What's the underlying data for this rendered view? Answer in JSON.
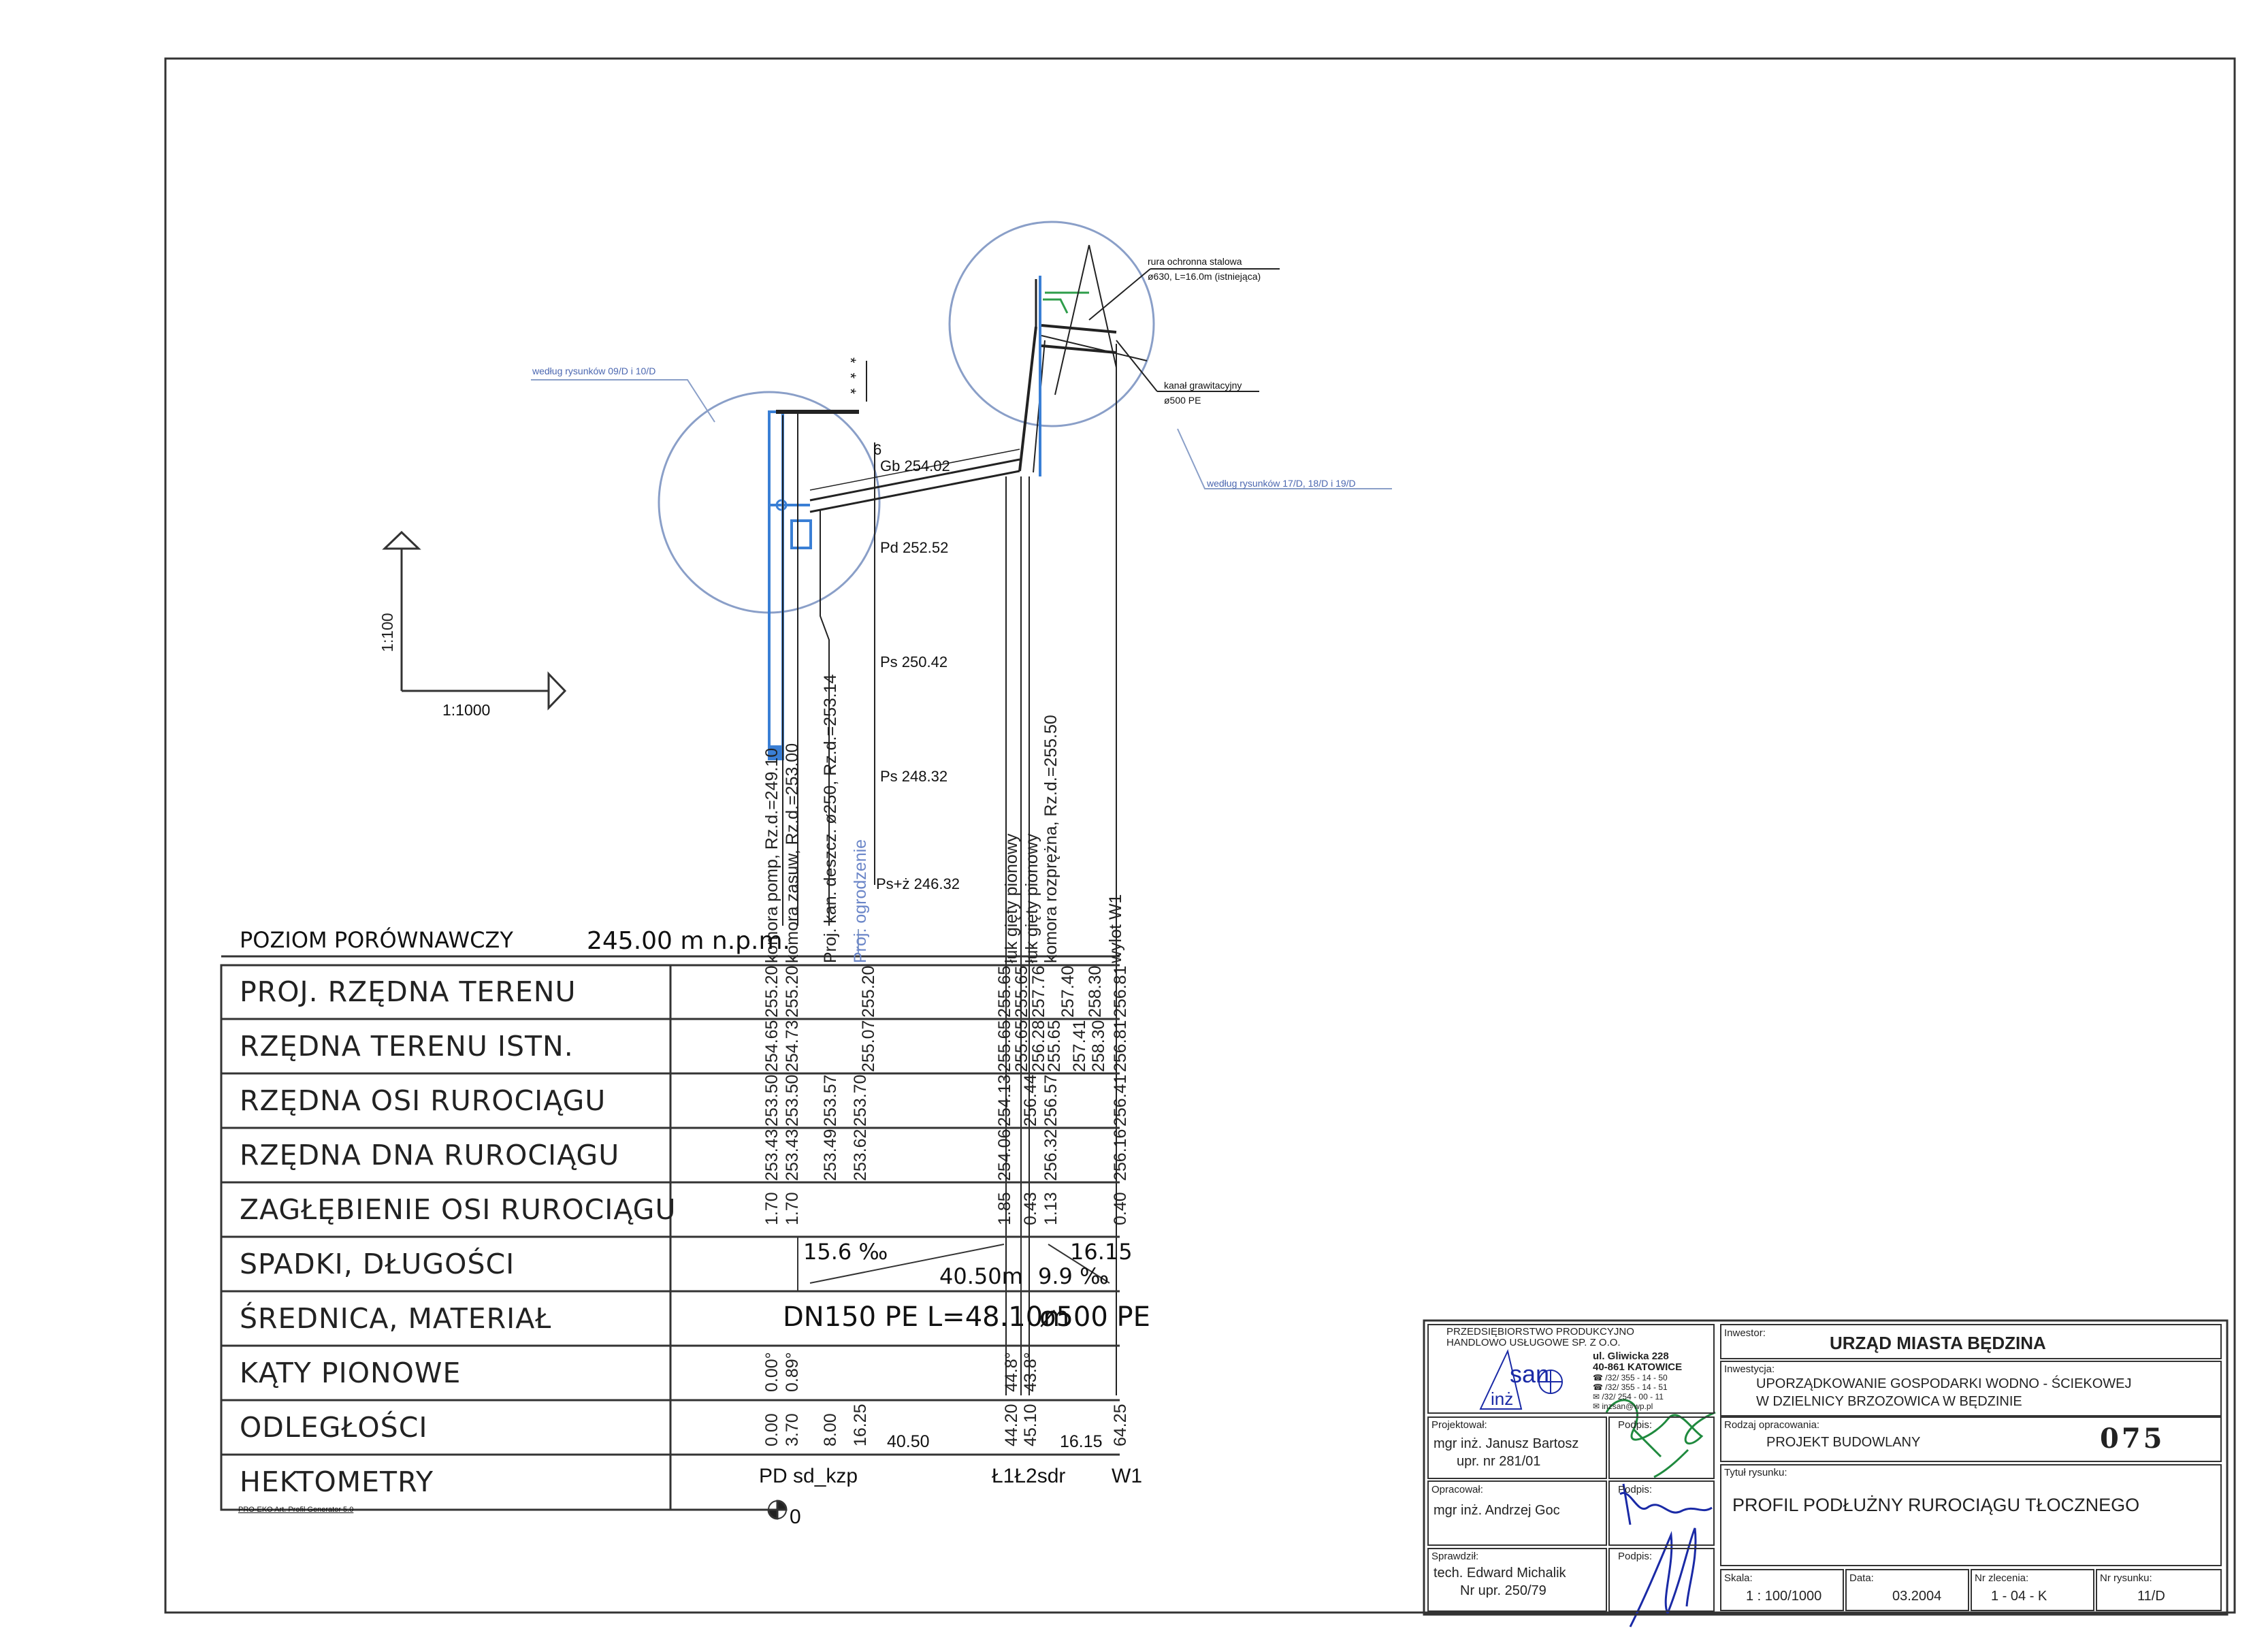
{
  "scale_marker": {
    "vertical": "1:100",
    "horizontal": "1:1000"
  },
  "callouts": {
    "left_detail": "według rysunków 09/D i 10/D",
    "right_detail": "według rysunków 17/D, 18/D i 19/D",
    "pipe_casing_1": "rura ochronna stalowa",
    "pipe_casing_2": "ø630, L=16.0m (istniejąca)",
    "gravity_channel_1": "kanał grawitacyjny",
    "gravity_channel_2": "ø500 PE"
  },
  "soil": {
    "num": "6",
    "gb": "Gb 254.02",
    "pd": "Pd 252.52",
    "ps1": "Ps 250.42",
    "ps2": "Ps 248.32",
    "psz": "Ps+ż 246.32",
    "stars": "* * *"
  },
  "vertical_labels": [
    "komora pomp, Rz.d.=249.10",
    "komora zasuw, Rz.d.=253.00",
    "Proj. kan. deszcz. ø250, Rz.d.=253.14",
    "Proj. ogrodzenie",
    "łuk gięty pionowy",
    "łuk gięty pionowy",
    "komora rozprężna, Rz.d.=255.50",
    "wylot W1"
  ],
  "datum": {
    "label": "POZIOM PORÓWNAWCZY",
    "value": "245.00 m n.p.m."
  },
  "rows": [
    "PROJ. RZĘDNA TERENU",
    "RZĘDNA TERENU ISTN.",
    "RZĘDNA OSI RUROCIĄGU",
    "RZĘDNA DNA RUROCIĄGU",
    "ZAGŁĘBIENIE OSI RUROCIĄGU",
    "SPADKI, DŁUGOŚCI",
    "ŚREDNICA, MATERIAŁ",
    "KĄTY PIONOWE",
    "ODLEGŁOŚCI",
    "HEKTOMETRY"
  ],
  "table_values": {
    "proj_teren": [
      "255.20",
      "255.20",
      "255.20",
      "255.65",
      "255.65",
      "257.76",
      "257.40",
      "258.30",
      "256.81"
    ],
    "teren_istn": [
      "254.65",
      "254.73",
      "255.07",
      "255.65",
      "255.65",
      "256.28",
      "255.65",
      "257.41",
      "258.30",
      "256.81"
    ],
    "os": [
      "253.50",
      "253.50",
      "253.57",
      "253.70",
      "254.13",
      "256.44",
      "256.57",
      "256.41"
    ],
    "dno": [
      "253.43",
      "253.43",
      "253.49",
      "253.62",
      "254.06",
      "256.32",
      "256.16"
    ],
    "zaglebienie": [
      "1.70",
      "1.70",
      "1.85",
      "0.43",
      "1.13",
      "0.40"
    ],
    "spadek1": "15.6 ‰",
    "dlugosc1": "40.50m",
    "spadek2": "16.15",
    "dlugosc2": "9.9 ‰",
    "srednica1": "DN150 PE L=48.10m",
    "srednica2": "ø500 PE",
    "katy": [
      "0.00°",
      "0.89°",
      "44.8°",
      "43.8°"
    ],
    "odleglosci": [
      "0.00",
      "3.70",
      "8.00",
      "16.25",
      "40.50",
      "44.20",
      "45.10",
      "16.15",
      "64.25"
    ],
    "hektometry": [
      "PD sd_kzp",
      "Ł1Ł2sdr",
      "W1",
      "0"
    ]
  },
  "generator": "PRO-EKO Art. Profil Generator 5.0",
  "title_block": {
    "company_1": "PRZEDSIĘBIORSTWO PRODUKCYJNO",
    "company_2": "HANDLOWO USŁUGOWE SP. Z O.O.",
    "logo": "san",
    "logo2": "inż",
    "addr_1": "ul. Gliwicka 228",
    "addr_2": "40-861 KATOWICE",
    "tel_1": "☎ /32/ 355 - 14 - 50",
    "tel_2": "☎ /32/ 355 - 14 - 51",
    "fax": "✉ /32/ 254 - 00 - 11",
    "mail": "✉ inzsan@wp.pl",
    "inwestor_label": "Inwestor:",
    "inwestor": "URZĄD MIASTA BĘDZINA",
    "inwestycja_label": "Inwestycja:",
    "inwestycja_1": "UPORZĄDKOWANIE GOSPODARKI WODNO - ŚCIEKOWEJ",
    "inwestycja_2": "W DZIELNICY BRZOZOWICA W BĘDZINIE",
    "projektowal_label": "Projektował:",
    "projektowal_1": "mgr inż. Janusz Bartosz",
    "projektowal_2": "upr. nr 281/01",
    "podpis_label": "Podpis:",
    "rodzaj_label": "Rodzaj opracowania:",
    "rodzaj": "PROJEKT BUDOWLANY",
    "numer": "075",
    "opracowal_label": "Opracował:",
    "opracowal": "mgr inż. Andrzej Goc",
    "tytul_label": "Tytuł rysunku:",
    "tytul": "PROFIL PODŁUŻNY RUROCIĄGU TŁOCZNEGO",
    "sprawdzil_label": "Sprawdził:",
    "sprawdzil_1": "tech. Edward Michalik",
    "sprawdzil_2": "Nr upr. 250/79",
    "skala_label": "Skala:",
    "skala": "1 : 100/1000",
    "data_label": "Data:",
    "data": "03.2004",
    "zlecenie_label": "Nr zlecenia:",
    "zlecenie": "1 - 04 - K",
    "rysunek_label": "Nr rysunku:",
    "rysunek": "11/D"
  },
  "colors": {
    "line": "#222222",
    "blue": "#3a7fd5",
    "circle": "#8a9fc8",
    "green": "#2e9d4a",
    "sig_blue": "#1a2aa6",
    "sig_green": "#1f8a3e"
  }
}
